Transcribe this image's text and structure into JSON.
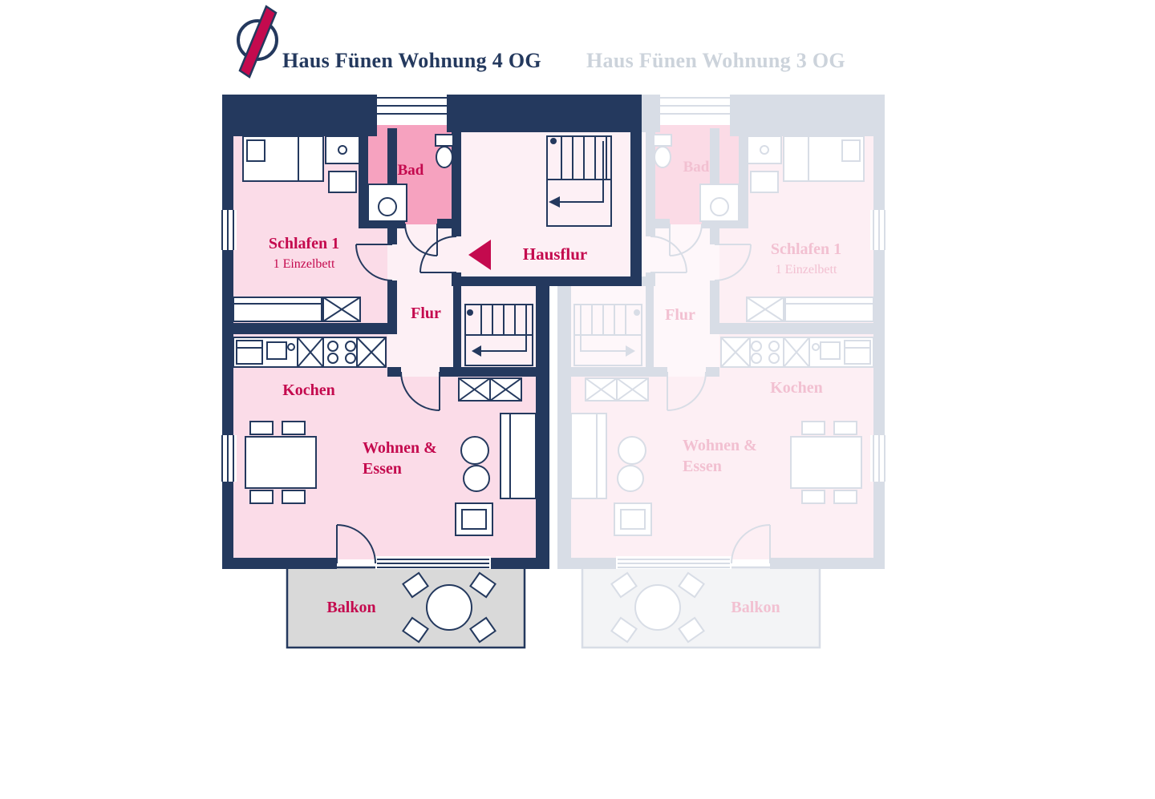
{
  "header": {
    "tabs": [
      {
        "label": "Haus Fünen Wohnung 4 OG",
        "active": true
      },
      {
        "label": "Haus Fünen Wohnung 3 OG",
        "active": false
      }
    ]
  },
  "floorplan": {
    "active_unit": {
      "rooms": {
        "bad": "Bad",
        "schlafen": "Schlafen 1",
        "schlafen_detail": "1 Einzelbett",
        "hausflur": "Hausflur",
        "flur": "Flur",
        "kochen": "Kochen",
        "wohnen_line1": "Wohnen &",
        "wohnen_line2": "Essen",
        "balkon": "Balkon"
      }
    },
    "inactive_unit": {
      "rooms": {
        "bad": "Bad",
        "schlafen": "Schlafen 1",
        "schlafen_detail": "1 Einzelbett",
        "flur": "Flur",
        "kochen": "Kochen",
        "wohnen_line1": "Wohnen &",
        "wohnen_line2": "Essen",
        "balkon": "Balkon"
      }
    },
    "colors": {
      "wall_navy": "#24395e",
      "accent_crimson": "#c40a4e",
      "room_pink": "#fbdce8",
      "bad_pink": "#f6a2bf",
      "hall_pink": "#fdf0f5",
      "balcony_gray": "#d9d9d9",
      "faded_wall": "#d8dde6",
      "faded_label": "#f2c0d1",
      "inactive_title_gray": "#ccd3db"
    }
  }
}
